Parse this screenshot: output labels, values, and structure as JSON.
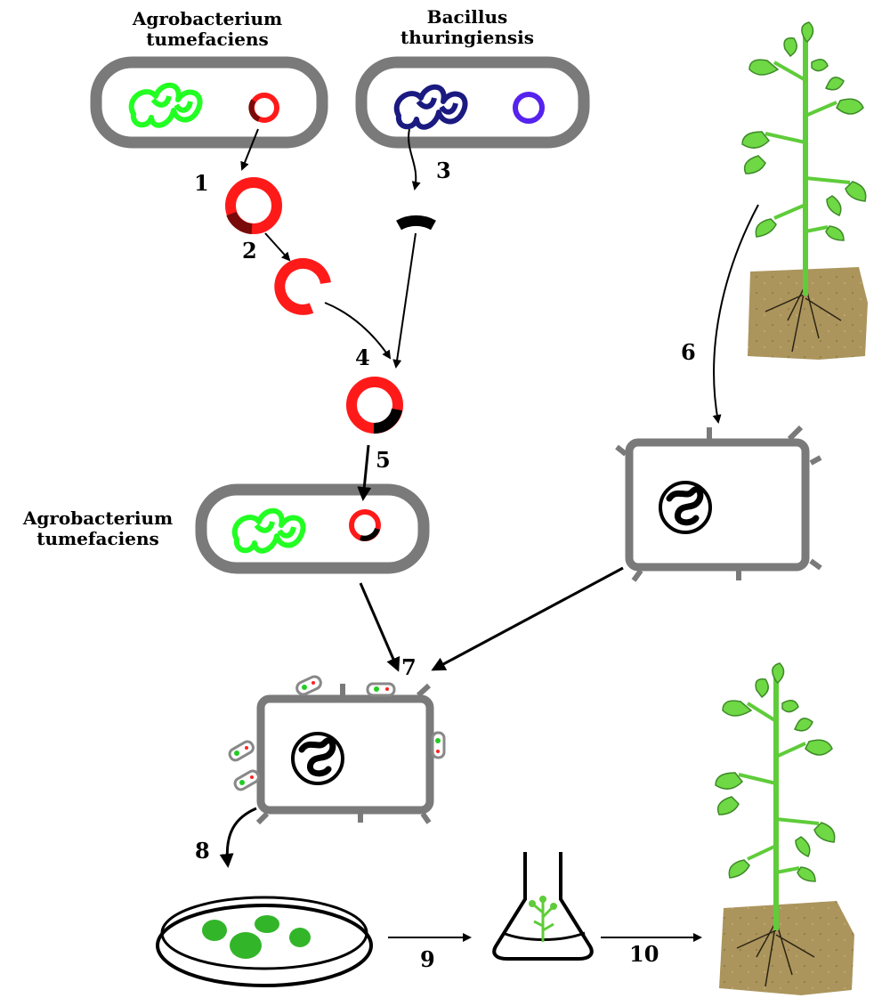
{
  "labels": {
    "agro_top_line1": "Agrobacterium",
    "agro_top_line2": "tumefaciens",
    "bt_line1": "Bacillus",
    "bt_line2": "thuringiensis",
    "agro_mid_line1": "Agrobacterium",
    "agro_mid_line2": "tumefaciens"
  },
  "steps": [
    "1",
    "2",
    "3",
    "4",
    "5",
    "6",
    "7",
    "8",
    "9",
    "10"
  ],
  "colors": {
    "cell_wall": "#7a7a7a",
    "plasmid_red": "#ff1a1a",
    "plasmid_dark": "#7a0a0a",
    "agro_chromosome": "#22ff22",
    "bt_chromosome": "#1a1a80",
    "bt_plasmid": "#5522ee",
    "plant_green": "#5fcc3a",
    "soil": "#a8925a",
    "callus": "#33b52a"
  }
}
